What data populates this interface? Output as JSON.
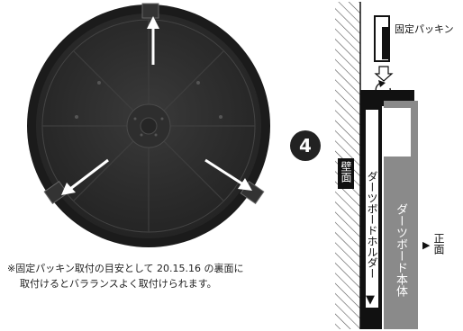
{
  "step_number": "4",
  "note": {
    "line1": "※固定パッキン取付の目安として 20.15.16 の裏面に",
    "line2": "取付けるとバラランスよく取付けられます。"
  },
  "labels": {
    "fixing_packing": "固定パッキン",
    "wall": "壁面",
    "dartboard_holder": "ダーツボードホルダー",
    "dartboard_body": "ダーツボード本体",
    "front": "正面"
  },
  "arrow_direction_front": "▶",
  "arrow_direction_down": "▼",
  "colors": {
    "board_dark": "#2b2b2b",
    "board_rim": "#1e1e1e",
    "circle_badge": "#222222",
    "body_gray": "#8a8a8a",
    "hatch": "#555555"
  }
}
